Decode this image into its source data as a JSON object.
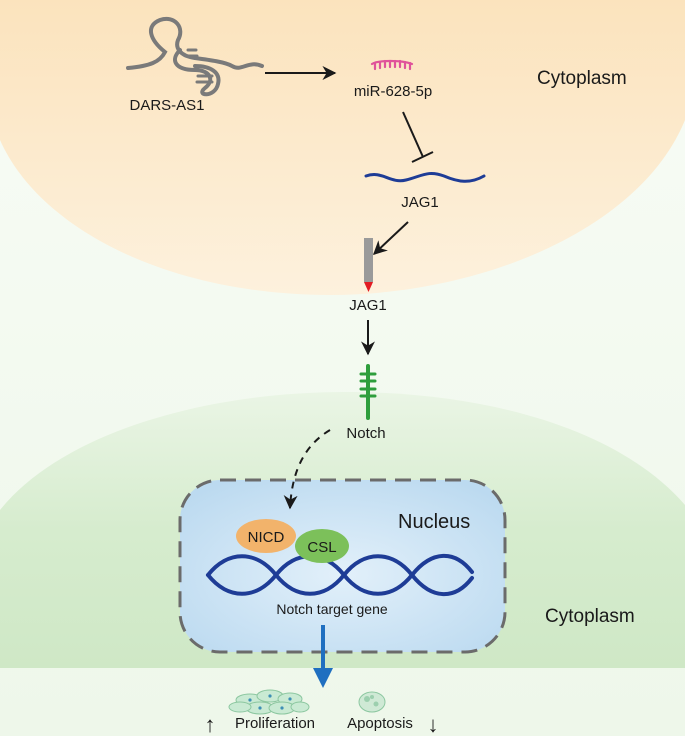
{
  "labels": {
    "top_cytoplasm": "Cytoplasm",
    "bottom_cytoplasm": "Cytoplasm",
    "nucleus": "Nucleus",
    "dars_as1": "DARS-AS1",
    "mirna": "miR-628-5p",
    "jag1_mrna": "JAG1",
    "jag1_protein": "JAG1",
    "notch": "Notch",
    "nicd": "NICD",
    "csl": "CSL",
    "target_gene": "Notch target gene",
    "proliferation": "Proliferation",
    "apoptosis": "Apoptosis",
    "up_arrow": "↑",
    "down_arrow": "↓"
  },
  "colors": {
    "top_cell": "#fbe6c4",
    "bottom_cell": "#d3ebcc",
    "nucleus_fill": "#cfe5f5",
    "nucleus_border": "#6b6b6b",
    "dna": "#1e3c96",
    "mirna": "#e0529a",
    "nicd": "#f2b36b",
    "csl": "#7cc05a",
    "notch": "#2e9e3c",
    "output_arrow": "#1f6fc0"
  }
}
